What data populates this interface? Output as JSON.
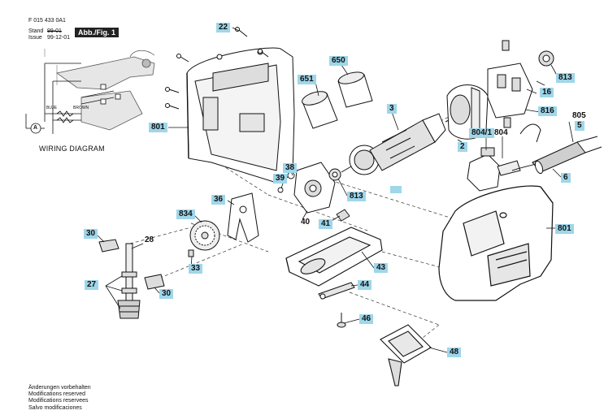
{
  "header": {
    "doc_number": "F 015 433 0A1",
    "stand_label": "Stand",
    "stand_value": "99-01",
    "issue_label": "Issue",
    "issue_value": "99-12-01",
    "figure_label": "Abb./Fig. 1"
  },
  "wiring_diagram": {
    "title": "WIRING DIAGRAM",
    "meter_symbol": "A",
    "wire_blue": "BLUE",
    "wire_brown": "BROWN"
  },
  "callouts": {
    "c22": "22",
    "c650": "650",
    "c651": "651",
    "c801a": "801",
    "c3": "3",
    "c813a": "813",
    "c16": "16",
    "c816": "816",
    "c805": "805",
    "c5": "5",
    "c804_1": "804/1",
    "c804": "804",
    "c2": "2",
    "c6": "6",
    "c38": "38",
    "c39": "39",
    "c813b": "813",
    "c36": "36",
    "c40": "40",
    "c41": "41",
    "c801b": "801",
    "c834": "834",
    "c30a": "30",
    "c28": "28",
    "c33": "33",
    "c27": "27",
    "c30b": "30",
    "c43": "43",
    "c44": "44",
    "c46": "46",
    "c48": "48"
  },
  "notes": [
    "Änderungen vorbehalten",
    "Modifications reserved",
    "Modifications reservees",
    "Salvo modificaciones"
  ],
  "colors": {
    "callout_fill": "#9fd6ea",
    "line": "#111111",
    "part_fill": "#ffffff",
    "shade": "#cfcfcf"
  }
}
